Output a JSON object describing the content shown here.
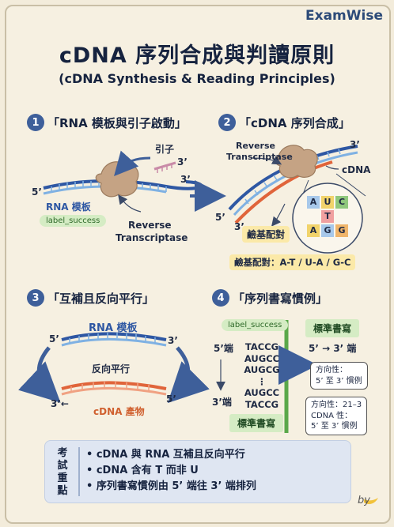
{
  "brand": "ExamWise",
  "title": "cDNA 序列合成與判讀原則",
  "subtitle": "(cDNA Synthesis & Reading Principles)",
  "sections": [
    {
      "num": "1",
      "title": "「RNA 模板與引子啟動」"
    },
    {
      "num": "2",
      "title": "「cDNA 序列合成」"
    },
    {
      "num": "3",
      "title": "「互補且反向平行」"
    },
    {
      "num": "4",
      "title": "「序列書寫慣例」"
    }
  ],
  "s1": {
    "primer_label": "引子",
    "primer_3": "3’",
    "strand_3": "3’",
    "strand_5": "5’",
    "rna_label": "RNA 模板",
    "badge": "label_success",
    "rt_line1": "Reverse",
    "rt_line2": "Transcriptase"
  },
  "s2": {
    "rt_line1": "Reverse",
    "rt_line2": "Transcriptase",
    "top_3": "3’",
    "cdna_label": "cDNA",
    "bottom_5": "5’",
    "bottom_3": "3’",
    "pairing_label": "鹼基配對",
    "pairing_rule": "鹼基配對：A-T / U-A / G-C",
    "bases_top": [
      "A",
      "U",
      "C"
    ],
    "bases_bottom": [
      "T",
      "A",
      "G",
      "G"
    ]
  },
  "s3": {
    "rna_label": "RNA 模板",
    "top_5": "5’",
    "top_3": "3’",
    "middle": "反向平行",
    "bottom_3": "3’←",
    "bottom_5": "5’",
    "cdna_label": "cDNA 產物"
  },
  "s4": {
    "badge": "label_success",
    "end5": "5’端",
    "end3": "3’端",
    "seq": [
      "TACCG",
      "AUGCC",
      "AUGCG",
      "⋮",
      "AUGCC",
      "TACCG"
    ],
    "std_label": "標準書寫",
    "std_head": "標準書寫",
    "direction": "5’ → 3’ 端",
    "note1_line1": "方向性：",
    "note1_line2": "5’ 至 3’ 慣例",
    "note2_line1": "方向性：21–3",
    "note2_line2": "CDNA 性：",
    "note2_line3": "5’ 至 3’ 慣例"
  },
  "summary": {
    "label": "考試重點",
    "items": [
      "• cDNA 與 RNA 互補且反向平行",
      "• cDNA 含有 T 而非 U",
      "• 序列書寫慣例由 5’ 端往 3’ 端排列"
    ]
  },
  "footer": "by"
}
